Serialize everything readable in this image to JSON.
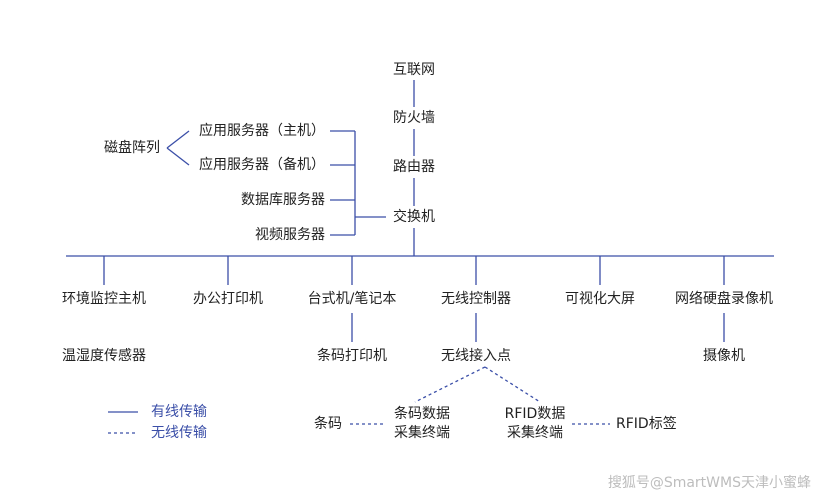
{
  "colors": {
    "line": "#3b4fa8",
    "text": "#222222",
    "legend_text": "#3b4fa8",
    "watermark": "#bdbdbd"
  },
  "top_chain": [
    "互联网",
    "防火墙",
    "路由器",
    "交换机"
  ],
  "servers": [
    "应用服务器（主机）",
    "应用服务器（备机）",
    "数据库服务器",
    "视频服务器"
  ],
  "storage": "磁盘阵列",
  "bus_nodes": [
    "环境监控主机",
    "办公打印机",
    "台式机/笔记本",
    "无线控制器",
    "可视化大屏",
    "网络硬盘录像机"
  ],
  "sub_nodes": [
    "温湿度传感器",
    "条码打印机",
    "无线接入点",
    "摄像机"
  ],
  "wireless_terminals": {
    "left_line1": "条码数据",
    "left_line2": "采集终端",
    "right_line1": "RFID数据",
    "right_line2": "采集终端",
    "barcode": "条码",
    "rfid_tag": "RFID标签"
  },
  "legend": {
    "wired": "有线传输",
    "wireless": "无线传输"
  },
  "watermark": "搜狐号@SmartWMS天津小蜜蜂"
}
